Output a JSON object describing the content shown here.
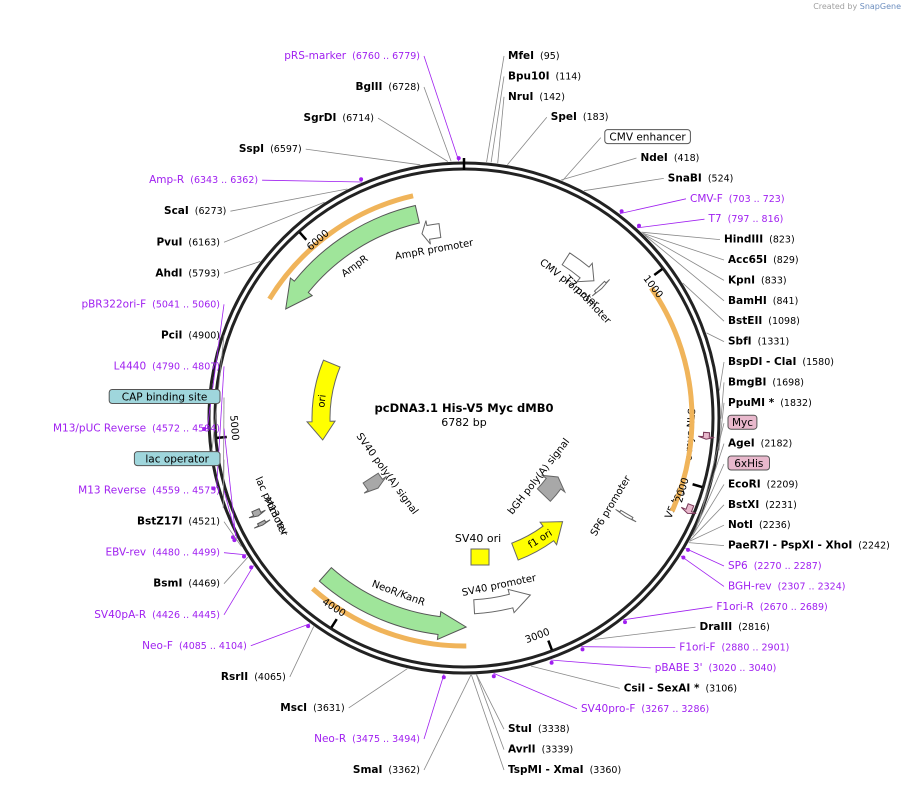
{
  "credit": {
    "prefix": "Created by",
    "brand": "SnapGene"
  },
  "plasmid": {
    "name": "pcDNA3.1 His-V5 Myc dMB0",
    "length_label": "6782 bp",
    "length": 6782
  },
  "colors": {
    "primer": "#a020f0",
    "enzyme": "#000000",
    "feature_orange": "#f0b45a",
    "feature_green": "#9fe59a",
    "feature_yellow": "#ffff00",
    "tag_pink": "#e8b8cc",
    "cap_blue": "#9fd6dc",
    "gray": "#a8a8a8"
  },
  "ruler": [
    {
      "pos": 1000,
      "label": "1000"
    },
    {
      "pos": 2000,
      "label": "2000"
    },
    {
      "pos": 3000,
      "label": "3000"
    },
    {
      "pos": 4000,
      "label": "4000"
    },
    {
      "pos": 5000,
      "label": "5000"
    },
    {
      "pos": 6000,
      "label": "6000"
    }
  ],
  "features": [
    {
      "name": "CMV enhancer",
      "start": 235,
      "end": 614,
      "kind": "boxed-label"
    },
    {
      "name": "CMV promoter",
      "start": 615,
      "end": 818,
      "kind": "promoter"
    },
    {
      "name": "T7 promoter",
      "start": 863,
      "end": 881,
      "kind": "promoter"
    },
    {
      "name": "c-myc NLS",
      "start": 1760,
      "end": 1790,
      "kind": "tag"
    },
    {
      "name": "V5 tag",
      "start": 2090,
      "end": 2131,
      "kind": "tag"
    },
    {
      "name": "Myc",
      "start": 2132,
      "end": 2162,
      "kind": "boxed-label"
    },
    {
      "name": "6xHis",
      "start": 2195,
      "end": 2212,
      "kind": "boxed-label"
    },
    {
      "name": "SP6 promoter",
      "start": 2270,
      "end": 2287,
      "kind": "promoter"
    },
    {
      "name": "bGH poly(A) signal",
      "start": 2300,
      "end": 2524,
      "kind": "gray"
    },
    {
      "name": "f1 ori",
      "start": 2570,
      "end": 2998,
      "kind": "yellow"
    },
    {
      "name": "SV40 promoter",
      "start": 3004,
      "end": 3333,
      "kind": "promoter"
    },
    {
      "name": "SV40 ori",
      "start": 3184,
      "end": 3319,
      "kind": "yellow-box"
    },
    {
      "name": "NeoR/KanR",
      "start": 3380,
      "end": 4174,
      "kind": "green"
    },
    {
      "name": "SV40 poly(A) signal",
      "start": 4348,
      "end": 4469,
      "kind": "gray"
    },
    {
      "name": "M13 rev",
      "start": 4559,
      "end": 4575,
      "kind": "small"
    },
    {
      "name": "lac promoter",
      "start": 4607,
      "end": 4637,
      "kind": "small"
    },
    {
      "name": "ori",
      "start": 4920,
      "end": 5508,
      "kind": "yellow"
    },
    {
      "name": "AmpR",
      "start": 5679,
      "end": 6539,
      "kind": "green"
    },
    {
      "name": "AmpR promoter",
      "start": 6540,
      "end": 6644,
      "kind": "promoter"
    }
  ],
  "labels_right": [
    {
      "name": "MfeI",
      "pos": "(95)",
      "type": "enzyme"
    },
    {
      "name": "Bpu10I",
      "pos": "(114)",
      "type": "enzyme"
    },
    {
      "name": "NruI",
      "pos": "(142)",
      "type": "enzyme"
    },
    {
      "name": "SpeI",
      "pos": "(183)",
      "type": "enzyme"
    },
    {
      "name": "CMV enhancer",
      "pos": "",
      "type": "boxed"
    },
    {
      "name": "NdeI",
      "pos": "(418)",
      "type": "enzyme"
    },
    {
      "name": "SnaBI",
      "pos": "(524)",
      "type": "enzyme"
    },
    {
      "name": "CMV-F",
      "pos": "(703 .. 723)",
      "type": "primer"
    },
    {
      "name": "T7",
      "pos": "(797 .. 816)",
      "type": "primer"
    },
    {
      "name": "HindIII",
      "pos": "(823)",
      "type": "enzyme"
    },
    {
      "name": "Acc65I",
      "pos": "(829)",
      "type": "enzyme"
    },
    {
      "name": "KpnI",
      "pos": "(833)",
      "type": "enzyme"
    },
    {
      "name": "BamHI",
      "pos": "(841)",
      "type": "enzyme"
    },
    {
      "name": "BstEII",
      "pos": "(1098)",
      "type": "enzyme"
    },
    {
      "name": "SbfI",
      "pos": "(1331)",
      "type": "enzyme"
    },
    {
      "name": "BspDI  - ClaI",
      "pos": "(1580)",
      "type": "enzyme"
    },
    {
      "name": "BmgBI",
      "pos": "(1698)",
      "type": "enzyme"
    },
    {
      "name": "PpuMI *",
      "pos": "(1832)",
      "type": "enzyme"
    },
    {
      "name": "Myc",
      "pos": "",
      "type": "pink"
    },
    {
      "name": "AgeI",
      "pos": "(2182)",
      "type": "enzyme"
    },
    {
      "name": "6xHis",
      "pos": "",
      "type": "pink"
    },
    {
      "name": "EcoRI",
      "pos": "(2209)",
      "type": "enzyme"
    },
    {
      "name": "BstXI",
      "pos": "(2231)",
      "type": "enzyme"
    },
    {
      "name": "NotI",
      "pos": "(2236)",
      "type": "enzyme"
    },
    {
      "name": "PaeR7I  - PspXI  - XhoI",
      "pos": "(2242)",
      "type": "enzyme"
    },
    {
      "name": "SP6",
      "pos": "(2270 .. 2287)",
      "type": "primer"
    },
    {
      "name": "BGH-rev",
      "pos": "(2307 .. 2324)",
      "type": "primer"
    },
    {
      "name": "F1ori-R",
      "pos": "(2670 .. 2689)",
      "type": "primer"
    },
    {
      "name": "DraIII",
      "pos": "(2816)",
      "type": "enzyme"
    },
    {
      "name": "F1ori-F",
      "pos": "(2880 .. 2901)",
      "type": "primer"
    },
    {
      "name": "pBABE 3'",
      "pos": "(3020 .. 3040)",
      "type": "primer"
    },
    {
      "name": "CsiI  - SexAI *",
      "pos": "(3106)",
      "type": "enzyme"
    },
    {
      "name": "SV40pro-F",
      "pos": "(3267 .. 3286)",
      "type": "primer"
    },
    {
      "name": "StuI",
      "pos": "(3338)",
      "type": "enzyme"
    },
    {
      "name": "AvrII",
      "pos": "(3339)",
      "type": "enzyme"
    },
    {
      "name": "TspMI  - XmaI",
      "pos": "(3360)",
      "type": "enzyme"
    }
  ],
  "labels_left": [
    {
      "name": "pRS-marker",
      "pos": "(6760 .. 6779)",
      "type": "primer"
    },
    {
      "name": "BglII",
      "pos": "(6728)",
      "type": "enzyme"
    },
    {
      "name": "SgrDI",
      "pos": "(6714)",
      "type": "enzyme"
    },
    {
      "name": "SspI",
      "pos": "(6597)",
      "type": "enzyme"
    },
    {
      "name": "Amp-R",
      "pos": "(6343 .. 6362)",
      "type": "primer"
    },
    {
      "name": "ScaI",
      "pos": "(6273)",
      "type": "enzyme"
    },
    {
      "name": "PvuI",
      "pos": "(6163)",
      "type": "enzyme"
    },
    {
      "name": "AhdI",
      "pos": "(5793)",
      "type": "enzyme"
    },
    {
      "name": "pBR322ori-F",
      "pos": "(5041 .. 5060)",
      "type": "primer"
    },
    {
      "name": "PciI",
      "pos": "(4900)",
      "type": "enzyme"
    },
    {
      "name": "L4440",
      "pos": "(4790 .. 4807)",
      "type": "primer"
    },
    {
      "name": "CAP binding site",
      "pos": "",
      "type": "blue"
    },
    {
      "name": "M13/pUC Reverse",
      "pos": "(4572 .. 4594)",
      "type": "primer"
    },
    {
      "name": "lac operator",
      "pos": "",
      "type": "blue"
    },
    {
      "name": "M13 Reverse",
      "pos": "(4559 .. 4575)",
      "type": "primer"
    },
    {
      "name": "BstZ17I",
      "pos": "(4521)",
      "type": "enzyme"
    },
    {
      "name": "EBV-rev",
      "pos": "(4480 .. 4499)",
      "type": "primer"
    },
    {
      "name": "BsmI",
      "pos": "(4469)",
      "type": "enzyme"
    },
    {
      "name": "SV40pA-R",
      "pos": "(4426 .. 4445)",
      "type": "primer"
    },
    {
      "name": "Neo-F",
      "pos": "(4085 .. 4104)",
      "type": "primer"
    },
    {
      "name": "RsrII",
      "pos": "(4065)",
      "type": "enzyme"
    },
    {
      "name": "MscI",
      "pos": "(3631)",
      "type": "enzyme"
    },
    {
      "name": "Neo-R",
      "pos": "(3475 .. 3494)",
      "type": "primer"
    },
    {
      "name": "SmaI",
      "pos": "(3362)",
      "type": "enzyme"
    }
  ]
}
